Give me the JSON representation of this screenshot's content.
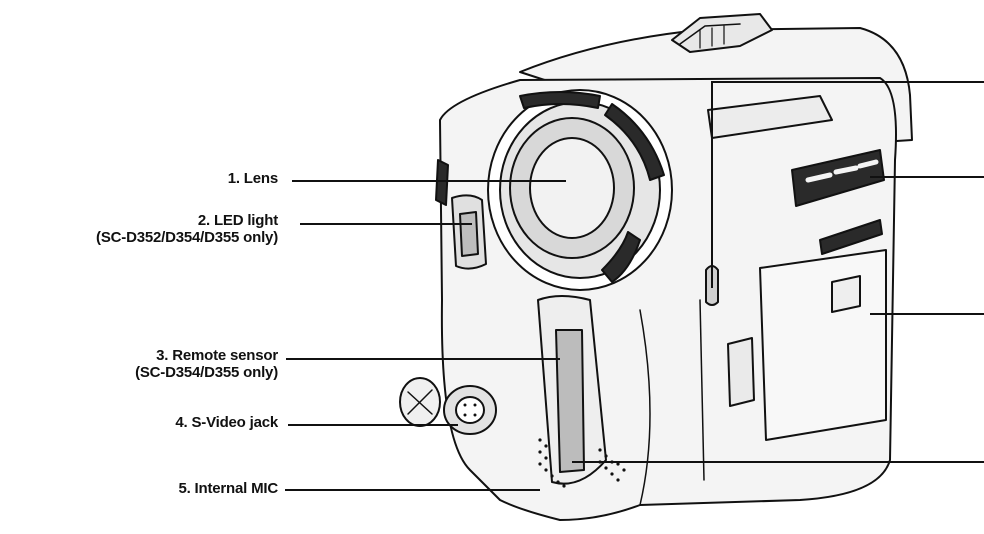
{
  "callouts": [
    {
      "number": "1",
      "label": "1. Lens",
      "note": ""
    },
    {
      "number": "2",
      "label": "2. LED light",
      "note": "(SC-D352/D354/D355 only)"
    },
    {
      "number": "3",
      "label": "3. Remote sensor",
      "note": "(SC-D354/D355 only)"
    },
    {
      "number": "4",
      "label": "4. S-Video jack",
      "note": ""
    },
    {
      "number": "5",
      "label": "5. Internal MIC",
      "note": ""
    }
  ],
  "right_callouts": [
    {
      "label": ""
    },
    {
      "label": ""
    },
    {
      "label": ""
    },
    {
      "label": ""
    }
  ],
  "colors": {
    "line": "#111111",
    "body": "#f4f4f4",
    "shade": "#cfcfcf",
    "dark": "#2a2a2a"
  }
}
